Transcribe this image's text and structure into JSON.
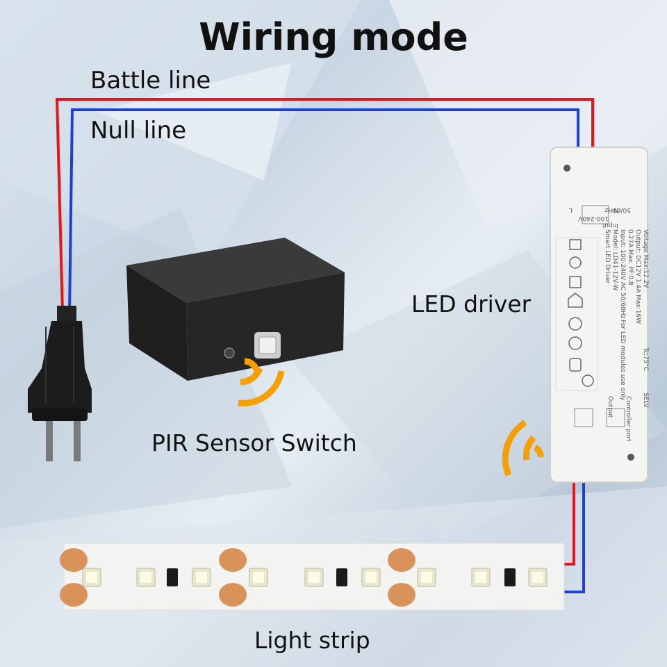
{
  "title": "Wiring mode",
  "labels": {
    "battle_line": "Battle line",
    "null_line": "Null line",
    "pir_sensor_switch": "PIR Sensor Switch",
    "led_driver": "LED driver",
    "light_strip": "Light strip"
  },
  "driver_printed_text": [
    "Smart LED Driver",
    "Model: LD41-12V-W",
    "Input: 100-240V AC 50/60Hz",
    "0.27A Max.  PF:0.8",
    "Output: DC12V 1.4A  Max:16W",
    "Voltage Max:12.2V",
    "For LED modules use only",
    "Tc:75°C",
    "SELV",
    "Controller port",
    "Output",
    "Input",
    "100-240V",
    "50/60Hz",
    "L",
    "N"
  ],
  "colors": {
    "live_wire": "#e8141c",
    "neutral_wire": "#1e3fd6",
    "signal_arcs": "#f5a000",
    "sensor_body": "#2a2a2a",
    "driver_body": "#f4f4f2",
    "strip_pad": "#d9925a"
  }
}
